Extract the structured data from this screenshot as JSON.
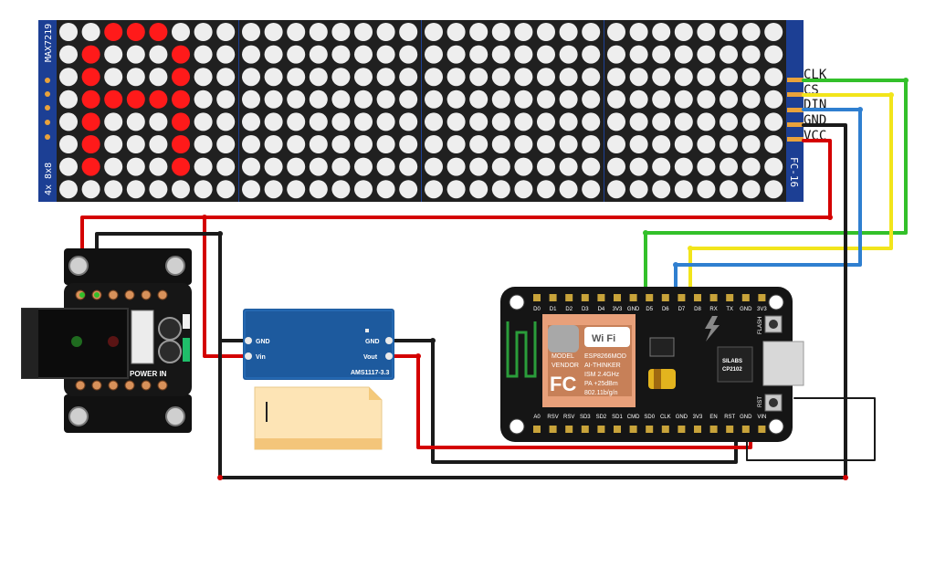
{
  "matrix": {
    "side_label_1": "MAX7219",
    "side_label_2": "4x 8x8",
    "side_label_3": "FC-16",
    "pins": [
      "CLK",
      "CS",
      "DIN",
      "GND",
      "VCC"
    ],
    "lit_pattern": [
      "00111000",
      "01000100",
      "01000100",
      "01111100",
      "01000100",
      "01000100",
      "01000100",
      "00000000"
    ],
    "colors": {
      "board": "#1c3f94",
      "led_off": "#eeeeee",
      "led_on": "#ff1a1a"
    }
  },
  "regulator": {
    "label_gnd_in": "GND",
    "label_vin": "Vin",
    "label_gnd_out": "GND",
    "label_vout": "Vout",
    "chip_label": "AMS1117-3.3"
  },
  "power_board": {
    "label": "POWER IN"
  },
  "esp": {
    "top_pins": [
      "D0",
      "D1",
      "D2",
      "D3",
      "D4",
      "3V3",
      "GND",
      "D5",
      "D6",
      "D7",
      "D8",
      "RX",
      "TX",
      "GND",
      "3V3"
    ],
    "bottom_pins": [
      "A0",
      "RSV",
      "RSV",
      "SD3",
      "SD2",
      "SD1",
      "CMD",
      "SD0",
      "CLK",
      "GND",
      "3V3",
      "EN",
      "RST",
      "GND",
      "VIN"
    ],
    "module_lines": [
      "MODEL",
      "VENDOR",
      "ESP8266MOD",
      "AI-THINKER",
      "ISM 2.4GHz",
      "PA +25dBm",
      "802.11b/g/n"
    ],
    "wifi_label": "Wi Fi",
    "fcc_label": "FC",
    "usb_chip": [
      "SILABS",
      "CP2102"
    ],
    "flash_label": "FLASH",
    "rst_label": "RST"
  },
  "wire_colors": {
    "red": "#d40000",
    "black": "#1a1a1a",
    "green": "#33c02a",
    "yellow": "#f2e51b",
    "blue": "#2f7fd0"
  }
}
